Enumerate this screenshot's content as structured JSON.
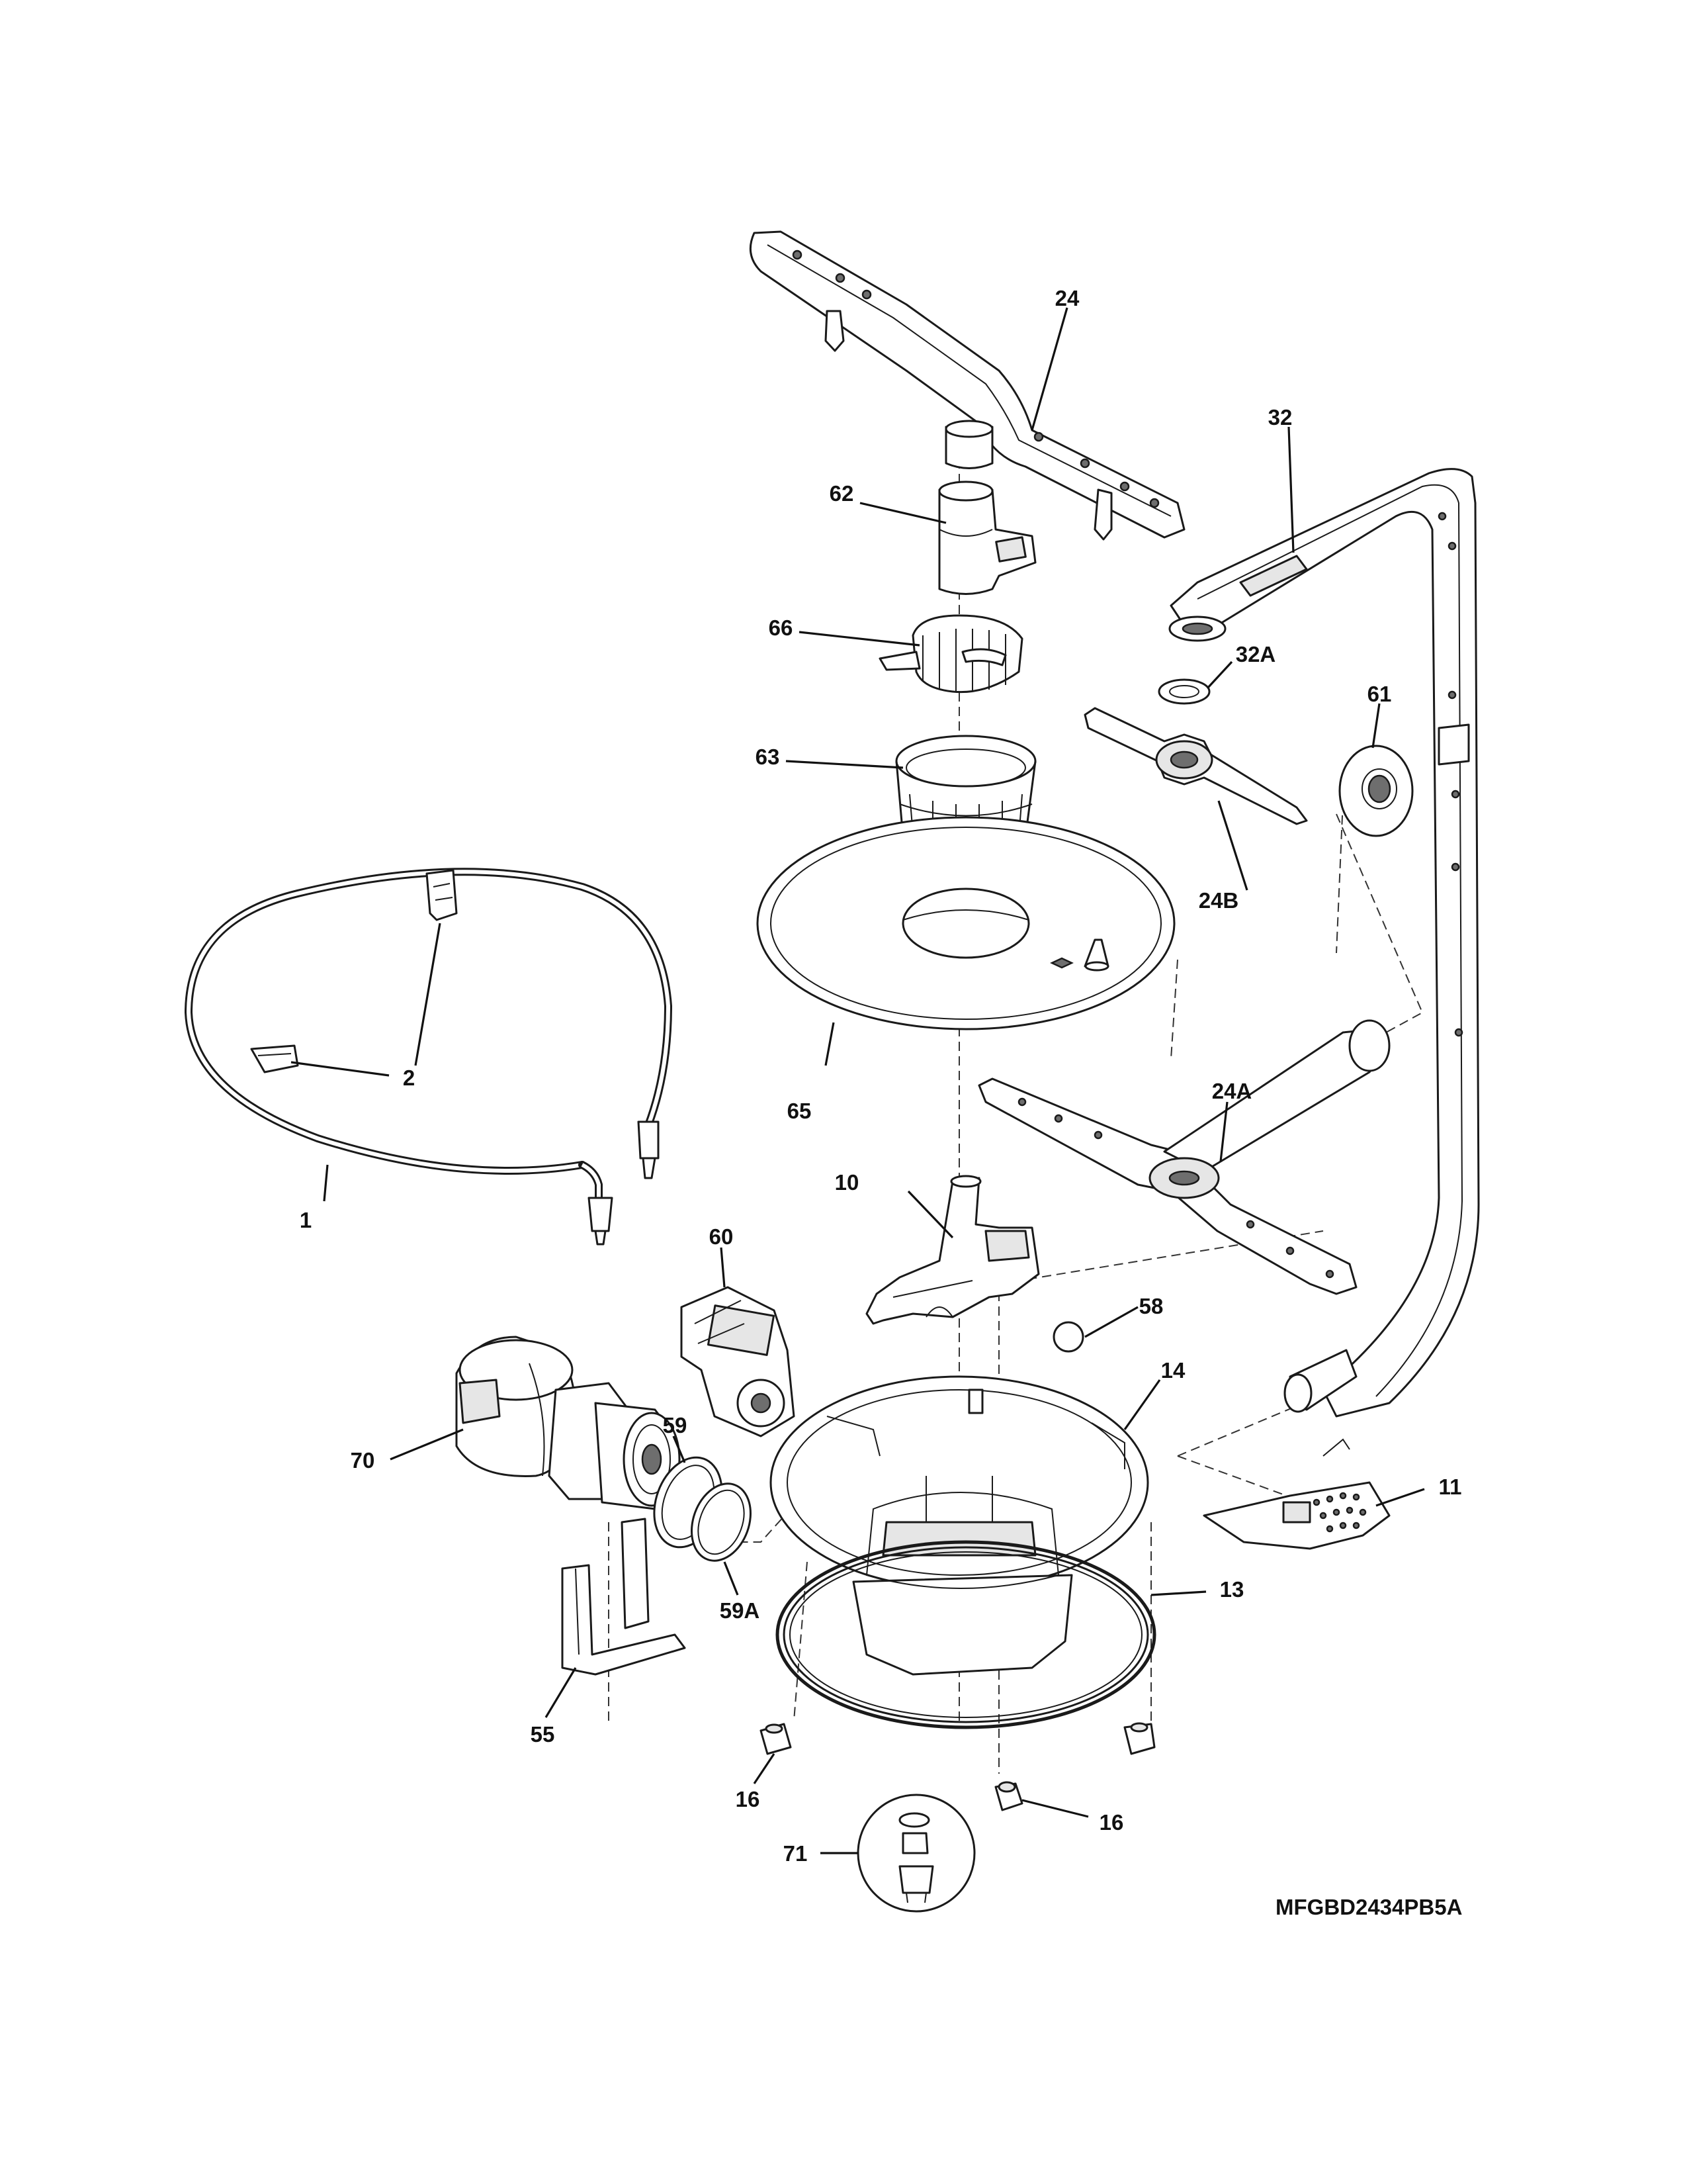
{
  "model_code": "MFGBD2434PB5A",
  "callouts": {
    "c1": "1",
    "c2": "2",
    "c10": "10",
    "c11": "11",
    "c13": "13",
    "c14": "14",
    "c16a": "16",
    "c16b": "16",
    "c24": "24",
    "c24a": "24A",
    "c24b": "24B",
    "c32": "32",
    "c32a": "32A",
    "c55": "55",
    "c58": "58",
    "c59": "59",
    "c59a": "59A",
    "c60": "60",
    "c61": "61",
    "c62": "62",
    "c63": "63",
    "c65": "65",
    "c66": "66",
    "c70": "70",
    "c71": "71"
  }
}
